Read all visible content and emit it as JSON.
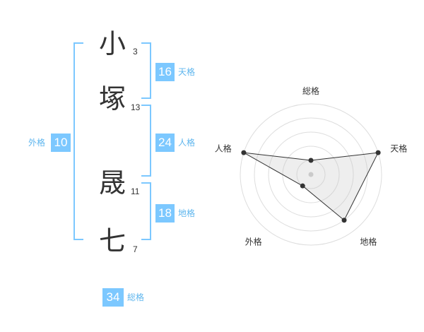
{
  "name": [
    {
      "char": "小",
      "strokes": "3"
    },
    {
      "char": "塚",
      "strokes": "13"
    },
    {
      "char": "晟",
      "strokes": "11"
    },
    {
      "char": "七",
      "strokes": "7"
    }
  ],
  "fortune": {
    "tenkaku": {
      "value": "16",
      "label": "天格"
    },
    "jinkaku": {
      "value": "24",
      "label": "人格"
    },
    "chikaku": {
      "value": "18",
      "label": "地格"
    },
    "gaikaku": {
      "value": "10",
      "label": "外格"
    },
    "soukaku": {
      "value": "34",
      "label": "総格"
    }
  },
  "colors": {
    "accent": "#7cc8ff",
    "label_text": "#5fb6ee",
    "text": "#333333"
  },
  "chart_data": {
    "type": "radar",
    "axes": [
      "総格",
      "天格",
      "地格",
      "外格",
      "人格"
    ],
    "values": [
      1,
      5,
      4,
      1,
      5
    ],
    "rmax": 5,
    "rings": 5
  }
}
